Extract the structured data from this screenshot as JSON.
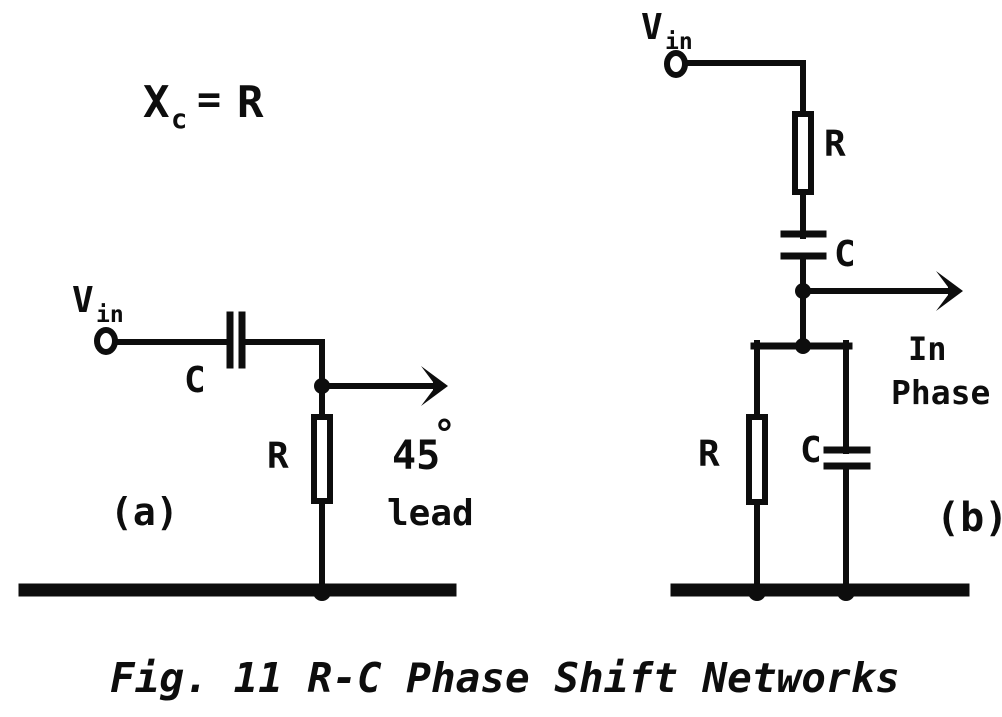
{
  "figure": {
    "background_color": "#ffffff",
    "ink_color": "#0d0d0d",
    "equation": {
      "lhs_base": "X",
      "lhs_sub": "c",
      "equals": "=",
      "rhs": "R"
    },
    "caption": "Fig. 11  R-C Phase Shift Networks"
  },
  "circuit_a": {
    "designator": "(a)",
    "input_label": {
      "base": "V",
      "sub": "in"
    },
    "series_capacitor_label": "C",
    "shunt_resistor_label": "R",
    "output_phase_value": "45",
    "output_phase_degree": "°",
    "output_phase_word": "lead"
  },
  "circuit_b": {
    "designator": "(b)",
    "input_label": {
      "base": "V",
      "sub": "in"
    },
    "series_resistor_label": "R",
    "series_capacitor_label": "C",
    "shunt_resistor_label": "R",
    "shunt_capacitor_label": "C",
    "output_phase_line1": "In",
    "output_phase_line2": "Phase"
  }
}
